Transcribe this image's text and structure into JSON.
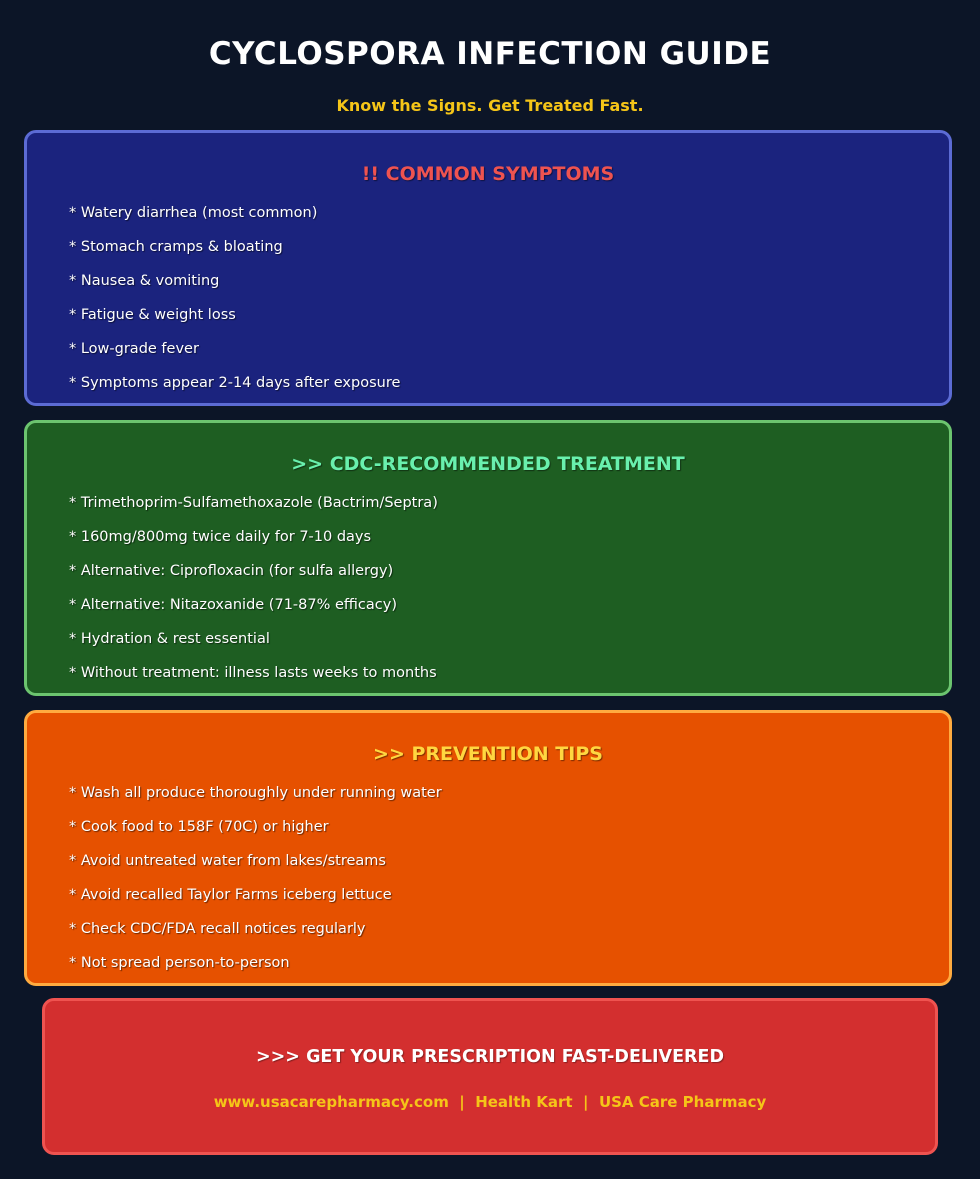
{
  "header": {
    "title": "CYCLOSPORA INFECTION GUIDE",
    "subtitle": "Know the Signs. Get Treated Fast."
  },
  "sections": [
    {
      "heading": "!! COMMON SYMPTOMS",
      "heading_color": "#ef5350",
      "background": "#1b237e",
      "items": [
        "* Watery diarrhea (most common)",
        "* Stomach cramps & bloating",
        "* Nausea & vomiting",
        "* Fatigue & weight loss",
        "* Low-grade fever",
        "* Symptoms appear 2-14 days after exposure"
      ]
    },
    {
      "heading": ">> CDC-RECOMMENDED TREATMENT",
      "heading_color": "#69f0ae",
      "background": "#1e5e22",
      "items": [
        "* Trimethoprim-Sulfamethoxazole (Bactrim/Septra)",
        "* 160mg/800mg twice daily for 7-10 days",
        "* Alternative: Ciprofloxacin (for sulfa allergy)",
        "* Alternative: Nitazoxanide (71-87% efficacy)",
        "* Hydration & rest essential",
        "* Without treatment: illness lasts weeks to months"
      ]
    },
    {
      "heading": ">> PREVENTION TIPS",
      "heading_color": "#ffd740",
      "background": "#e65100",
      "items": [
        "* Wash all produce thoroughly under running water",
        "* Cook food to 158F (70C) or higher",
        "* Avoid untreated water from lakes/streams",
        "* Avoid recalled Taylor Farms iceberg lettuce",
        "* Check CDC/FDA recall notices regularly",
        "* Not spread person-to-person"
      ]
    }
  ],
  "cta": {
    "heading": ">>> GET YOUR PRESCRIPTION FAST-DELIVERED",
    "links": "www.usacarepharmacy.com  |  Health Kart  |  USA Care Pharmacy"
  }
}
